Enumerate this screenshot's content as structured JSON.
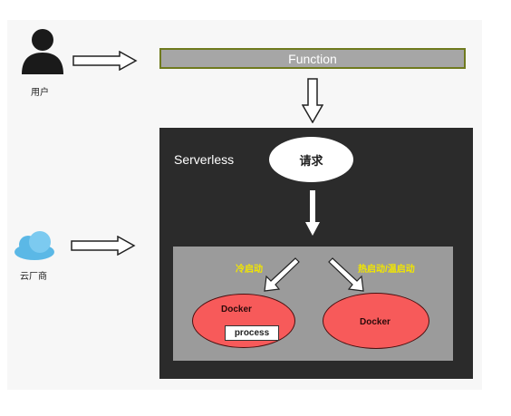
{
  "user": {
    "label": "用户",
    "icon": "user-icon"
  },
  "cloud_vendor": {
    "label": "云厂商",
    "icon": "cloud-icon"
  },
  "function_label": "Function",
  "serverless": {
    "title": "Serverless",
    "request_label": "请求",
    "cold_start_label": "冷启动",
    "warm_start_label": "热启动/温启动",
    "docker_left": {
      "label": "Docker",
      "process_label": "process"
    },
    "docker_right": {
      "label": "Docker"
    }
  },
  "colors": {
    "dark_panel": "#2b2b2b",
    "inner_panel": "#9b9b9b",
    "docker_fill": "#f75a5a",
    "highlight_text": "#f2e600",
    "function_bar": "#a6a6a6",
    "cloud": "#5bb8e6"
  }
}
